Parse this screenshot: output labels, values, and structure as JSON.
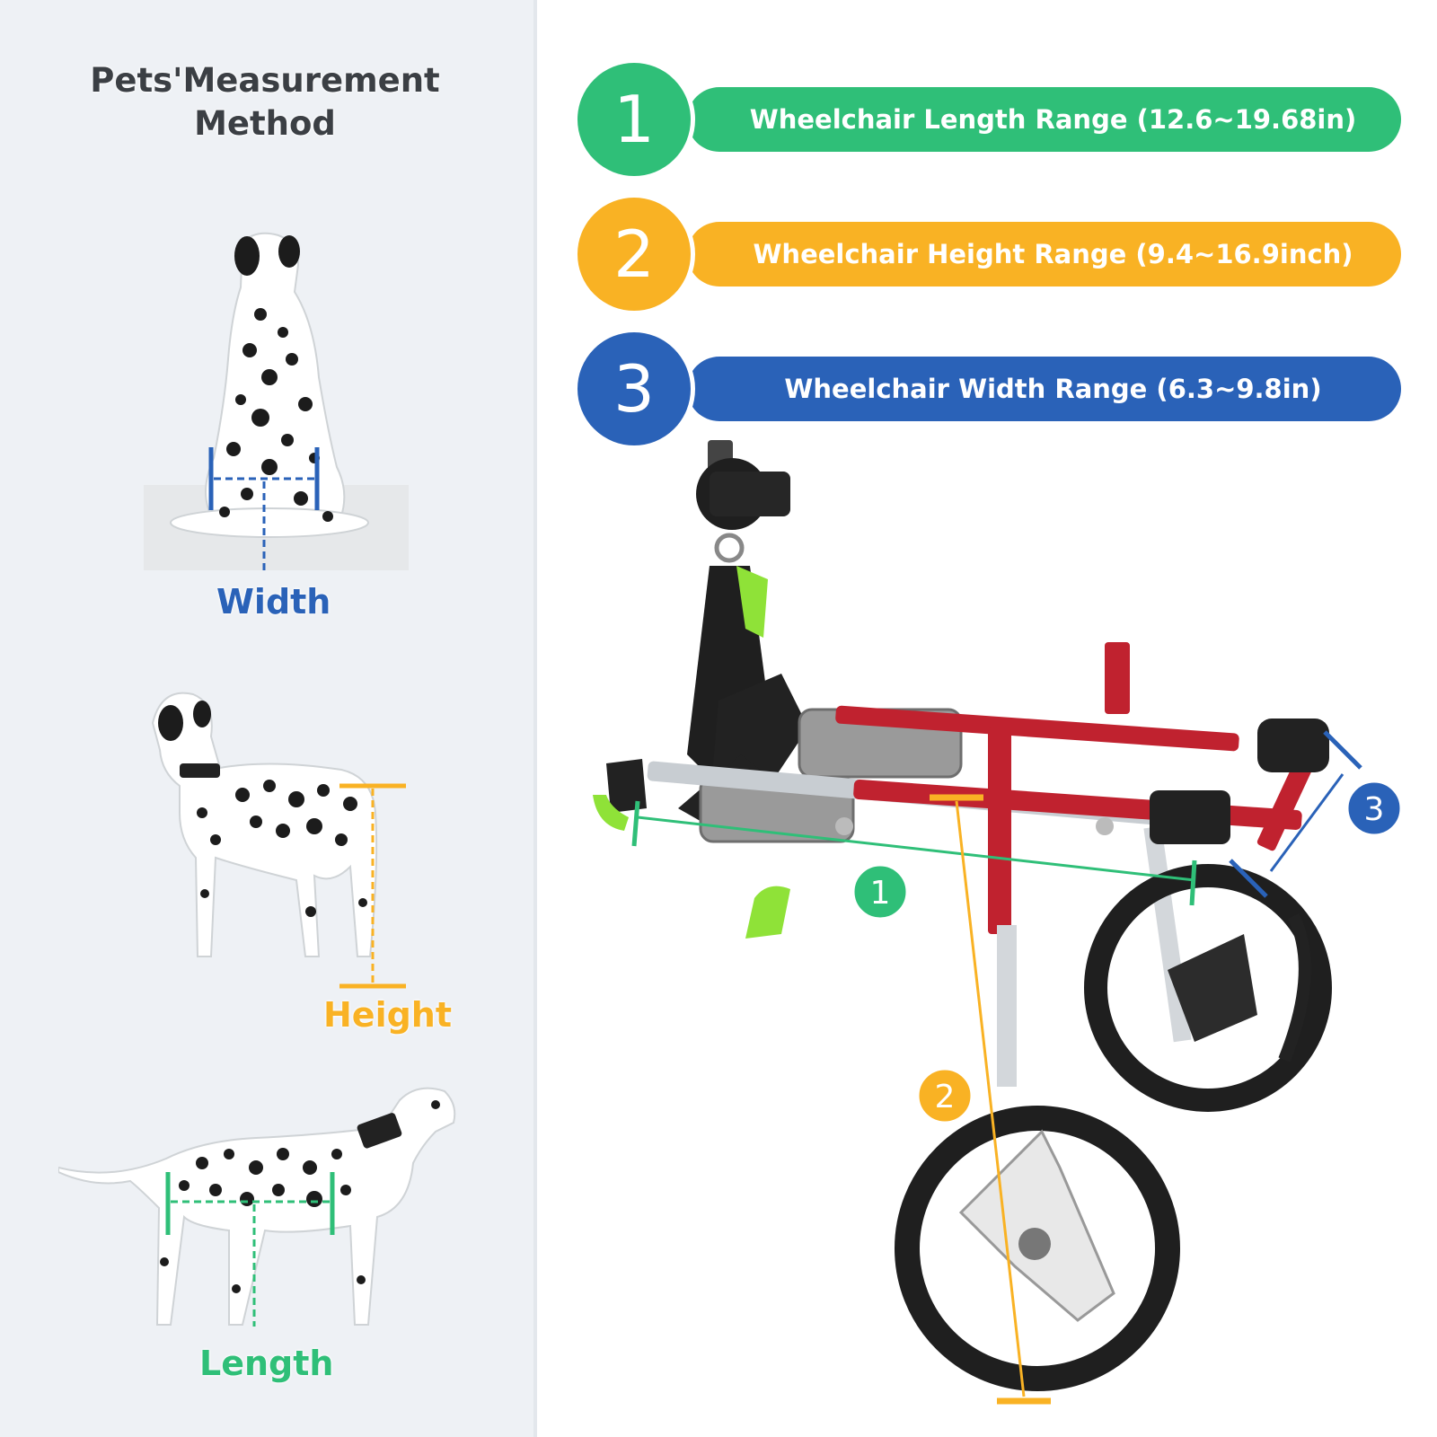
{
  "left": {
    "title_line1": "Pets'Measurement",
    "title_line2": "Method",
    "width_label": "Width",
    "height_label": "Height",
    "length_label": "Length"
  },
  "specs": [
    {
      "number": "1",
      "label": "Wheelchair Length Range (12.6~19.68in)",
      "color": "#2fbf78"
    },
    {
      "number": "2",
      "label": "Wheelchair Height Range (9.4~16.9inch)",
      "color": "#f9b224"
    },
    {
      "number": "3",
      "label": "Wheelchair Width Range (6.3~9.8in)",
      "color": "#2a62b8"
    }
  ],
  "markers": {
    "length": "1",
    "height": "2",
    "width": "3"
  },
  "colors": {
    "green": "#2fbf78",
    "orange": "#f9b224",
    "blue": "#2a62b8",
    "frame_red": "#b3202e",
    "panel_bg": "#eef1f5"
  }
}
